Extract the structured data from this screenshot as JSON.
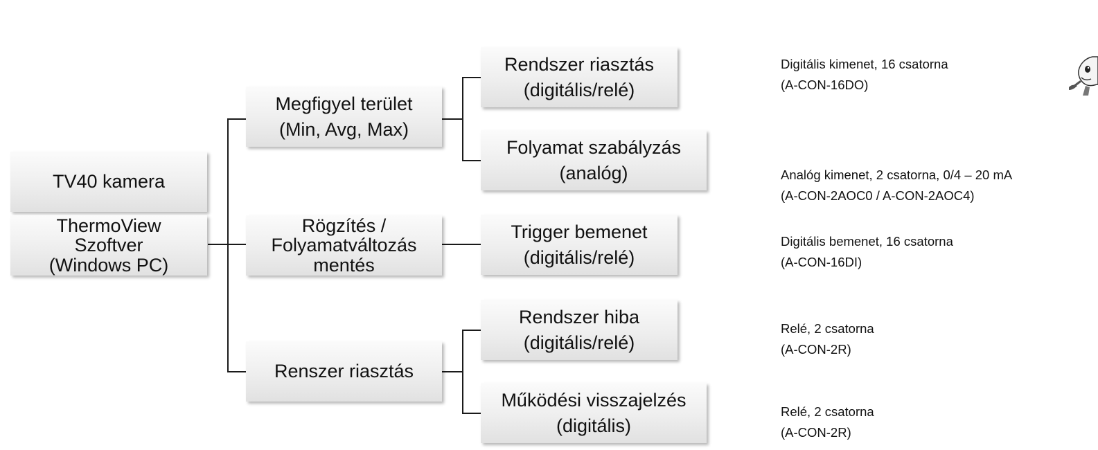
{
  "boxes": {
    "camera": {
      "line1": "TV40 kamera"
    },
    "software": {
      "line1": "ThermoView",
      "line2": "Szoftver",
      "line3": "(Windows PC)"
    },
    "monitor": {
      "line1": "Megfigyel terület",
      "line2": "(Min, Avg, Max)"
    },
    "record": {
      "line1": "Rögzítés /",
      "line2": "Folyamatváltozás",
      "line3": "mentés"
    },
    "system_alarm": {
      "line1": "Renszer riasztás"
    },
    "alarm_relay": {
      "line1": "Rendszer riasztás",
      "line2": "(digitális/relé)"
    },
    "process_control": {
      "line1": "Folyamat szabályzás",
      "line2": "(analóg)"
    },
    "trigger_input": {
      "line1": "Trigger bemenet",
      "line2": "(digitális/relé)"
    },
    "system_error": {
      "line1": "Rendszer hiba",
      "line2": "(digitális/relé)"
    },
    "operation_feedback": {
      "line1": "Működési visszajelzés",
      "line2": "(digitális)"
    }
  },
  "descriptions": [
    {
      "line1": "Digitális kimenet, 16 csatorna",
      "line2": "(A-CON-16DO)"
    },
    {
      "line1": "Analóg kimenet, 2 csatorna, 0/4 – 20 mA",
      "line2": "(A-CON-2AOC0 / A-CON-2AOC4)"
    },
    {
      "line1": "Digitális bemenet, 16 csatorna",
      "line2": "(A-CON-16DI)"
    },
    {
      "line1": "Relé, 2 csatorna",
      "line2": "(A-CON-2R)"
    },
    {
      "line1": "Relé, 2 csatorna",
      "line2": "(A-CON-2R)"
    }
  ],
  "colors": {
    "box_gradient_top": "#fbfbfb",
    "box_gradient_bottom": "#e1e1e1",
    "connector": "#1a1a1a",
    "text": "#111111"
  },
  "icons": {
    "corner_logo": "cartoon-mascot-icon"
  }
}
